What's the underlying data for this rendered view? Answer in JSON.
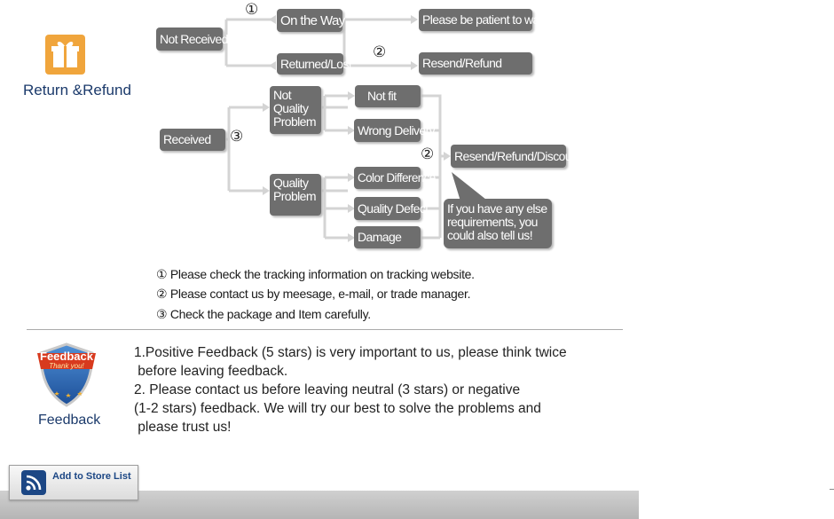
{
  "return_refund": {
    "title": "Return &Refund",
    "icon": "gift-icon"
  },
  "flow": {
    "not_received": "Not Received",
    "on_the_way": "On the Way",
    "returned_lost": "Returned/Lost",
    "please_wait": "Please be patient to wait",
    "resend_refund": "Resend/Refund",
    "received": "Received",
    "not_quality_problem": "Not Quality Problem",
    "quality_problem": "Quality Problem",
    "not_fit": "Not fit",
    "wrong_delivery": "Wrong Delivery",
    "color_difference": "Color Difference",
    "quality_defect": "Quality Defect",
    "damage": "Damage",
    "resend_refund_discount": "Resend/Refund/Discount",
    "requirements": "If you have any else requirements, you could also tell us!",
    "mark_1": "①",
    "mark_2": "②",
    "mark_3": "③"
  },
  "notes": [
    "① Please check the tracking information on tracking website.",
    "② Please contact us by meesage, e-mail, or trade manager.",
    "③ Check the package and Item carefully."
  ],
  "feedback": {
    "title": "Feedback",
    "badge_title": "Feedback",
    "badge_sub": "Thank you!",
    "lines": [
      "1.Positive Feedback (5 stars) is very important to us, please think twice",
      " before leaving feedback.",
      "2. Please contact us before leaving neutral (3 stars) or negative",
      "(1-2 stars) feedback. We will try our best to solve the problems and",
      " please trust us!"
    ]
  },
  "store_button": {
    "label": "Add to Store List",
    "icon": "rss-icon"
  },
  "colors": {
    "box": "#6e6e6e",
    "connector": "#d4d4d4",
    "gift": "#f0a53c",
    "label_blue": "#1b3a6b"
  }
}
